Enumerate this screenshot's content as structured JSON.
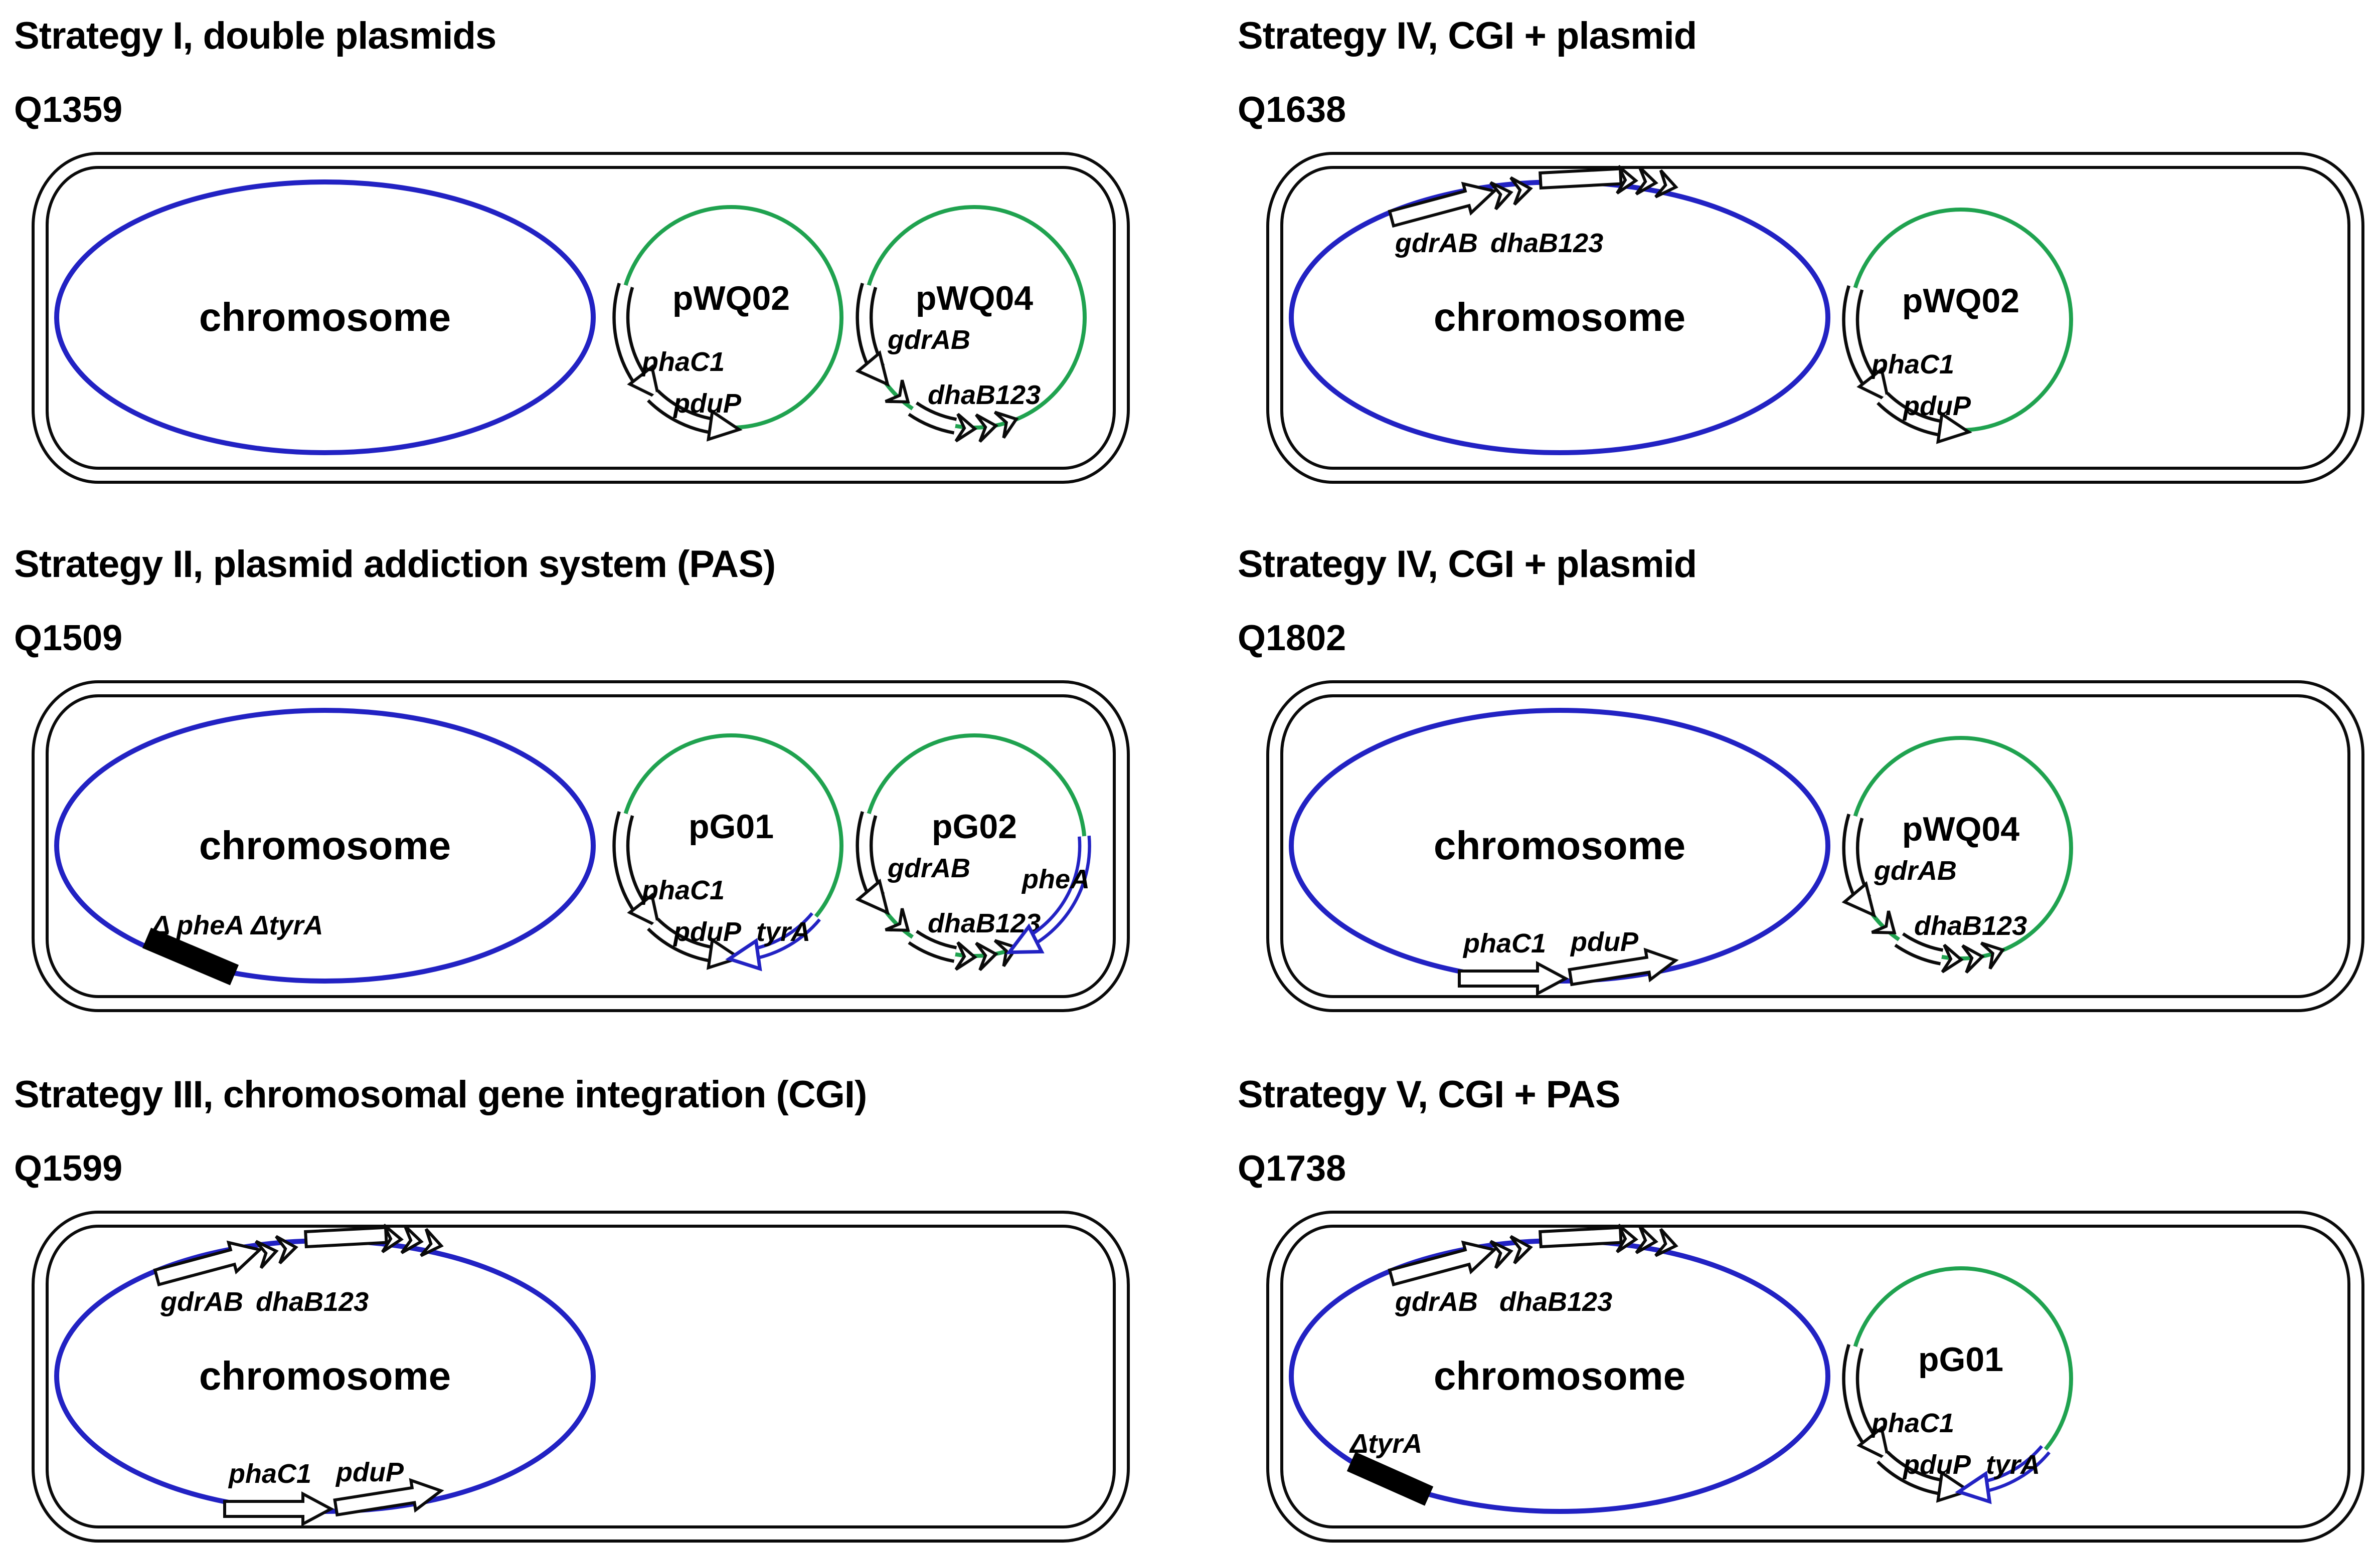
{
  "figure": {
    "kind": "bacterial engineering strategies diagram"
  },
  "colors": {
    "chromosome_outline": "#2222C3",
    "plasmid_outline": "#1FA24F",
    "deletion_marker": "#000000",
    "pas_rescue_gene_blue": "#2222C3"
  },
  "panels": [
    {
      "title": "Strategy I, double plasmids",
      "strain": "Q1359",
      "chromosome_label": "chromosome",
      "plasmids": [
        {
          "name": "pWQ02",
          "genes": [
            "phaC1",
            "pduP"
          ]
        },
        {
          "name": "pWQ04",
          "genes": [
            "gdrAB",
            "dhaB123"
          ]
        }
      ]
    },
    {
      "title": "Strategy IV, CGI + plasmid",
      "strain": "Q1638",
      "chromosome_label": "chromosome",
      "genes_top": [
        "gdrAB",
        "dhaB123"
      ],
      "plasmids": [
        {
          "name": "pWQ02",
          "genes": [
            "phaC1",
            "pduP"
          ]
        }
      ]
    },
    {
      "title": "Strategy II, plasmid addiction system (PAS)",
      "strain": "Q1509",
      "chromosome_label": "chromosome",
      "deletion": "Δ pheA ΔtyrA",
      "plasmids": [
        {
          "name": "pG01",
          "genes": [
            "phaC1",
            "pduP",
            "tyrA"
          ]
        },
        {
          "name": "pG02",
          "genes": [
            "gdrAB",
            "dhaB123",
            "pheA"
          ]
        }
      ]
    },
    {
      "title": "Strategy IV, CGI + plasmid",
      "strain": "Q1802",
      "chromosome_label": "chromosome",
      "genes_bottom": [
        "phaC1",
        "pduP"
      ],
      "plasmids": [
        {
          "name": "pWQ04",
          "genes": [
            "gdrAB",
            "dhaB123"
          ]
        }
      ]
    },
    {
      "title": "Strategy III, chromosomal gene integration (CGI)",
      "strain": "Q1599",
      "chromosome_label": "chromosome",
      "genes_top": [
        "gdrAB",
        "dhaB123"
      ],
      "genes_bottom": [
        "phaC1",
        "pduP"
      ]
    },
    {
      "title": "Strategy V, CGI + PAS",
      "strain": "Q1738",
      "chromosome_label": "chromosome",
      "genes_top": [
        "gdrAB",
        "dhaB123"
      ],
      "deletion": "ΔtyrA",
      "plasmids": [
        {
          "name": "pG01",
          "genes": [
            "phaC1",
            "pduP",
            "tyrA"
          ]
        }
      ]
    }
  ]
}
